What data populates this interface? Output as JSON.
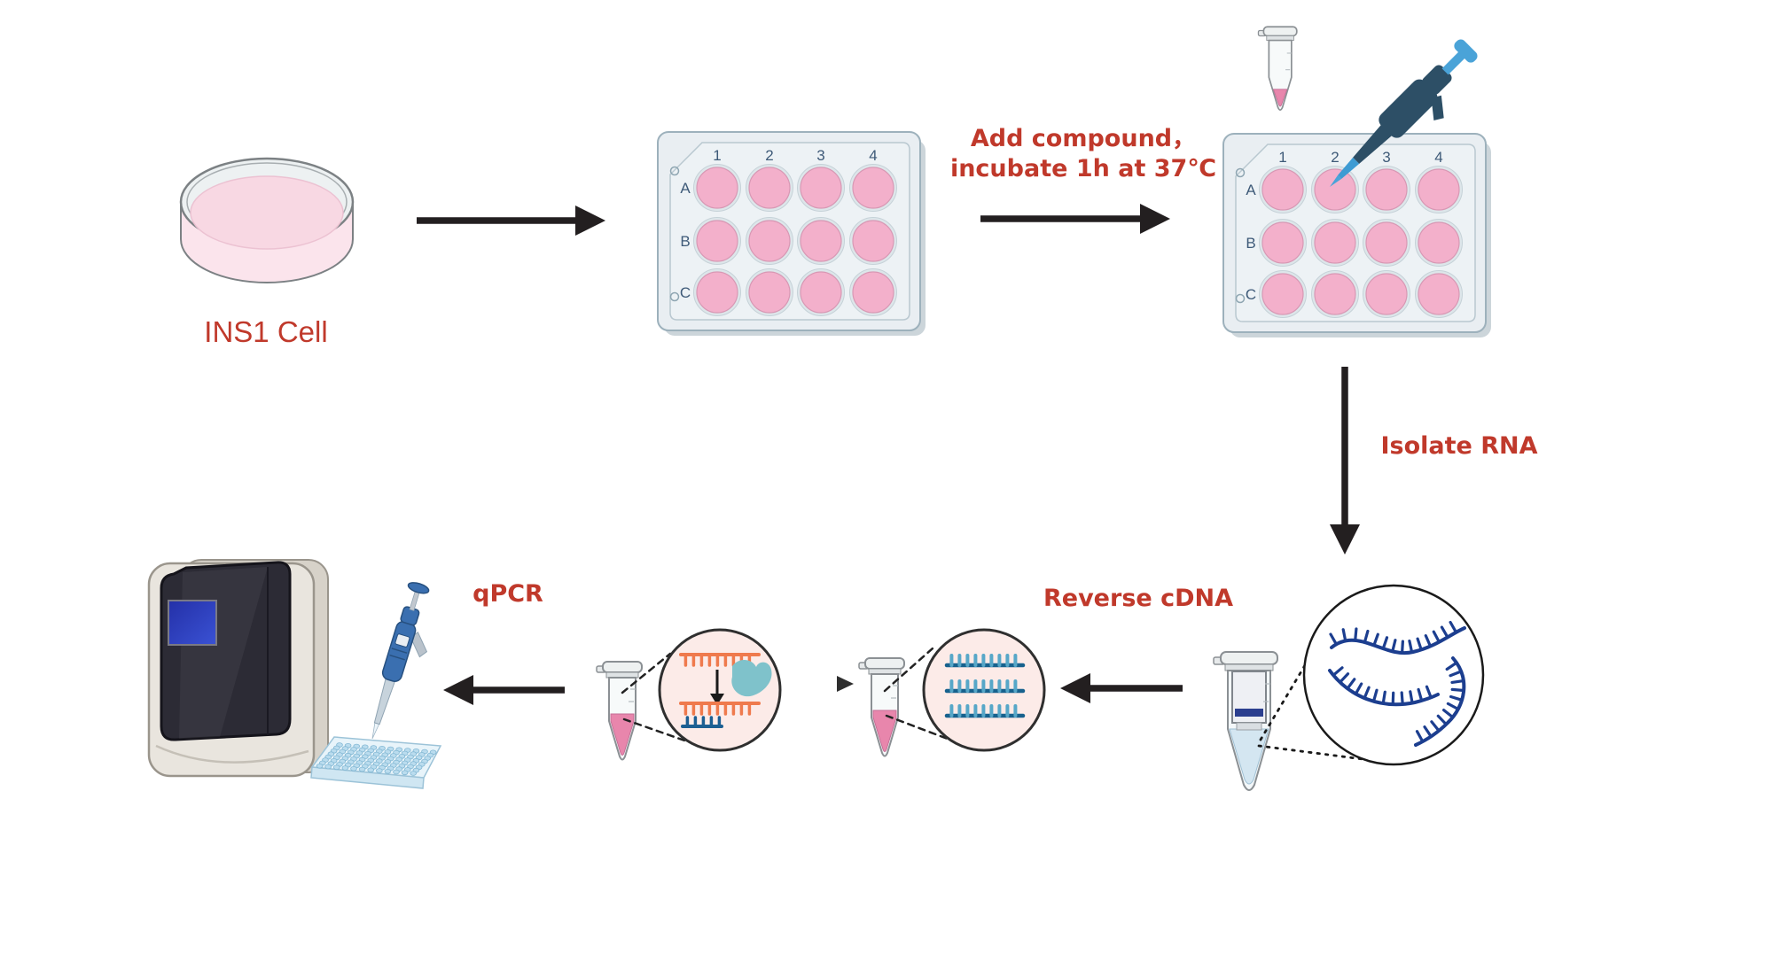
{
  "labels": {
    "cell_line": "INS1 Cell",
    "step1_line1": "Add compound，",
    "step1_line2": "incubate 1h at 37℃",
    "step2": "Isolate RNA",
    "step3": "Reverse cDNA",
    "step4": "qPCR"
  },
  "well_plate": {
    "column_labels": [
      "1",
      "2",
      "3",
      "4"
    ],
    "row_labels": [
      "A",
      "B",
      "C"
    ]
  },
  "colors": {
    "red_label": "#c0392b",
    "black_arrow": "#231f20",
    "plate_body": "#e9eef2",
    "plate_label": "#3e5a78",
    "well_pink": "#f3b0cb",
    "media_pink": "#f8d8e3",
    "rna_navy": "#1c3e8f",
    "cdna_backbone": "#17618d",
    "cdna_tick": "#57a7c8",
    "orange_strand": "#ef7a4d",
    "blue_strand": "#1c5f92",
    "enzyme_teal": "#7fc2cb",
    "tube_liquid_pink": "#e886ac",
    "rna_liquid_blue": "#d4e6f1",
    "pipette_dark": "#2d4f66",
    "pipette_light_blue": "#4aa3d8",
    "machine_screen_blue": "#2a3bbf",
    "circle_fill_pink": "#fcebe8"
  }
}
